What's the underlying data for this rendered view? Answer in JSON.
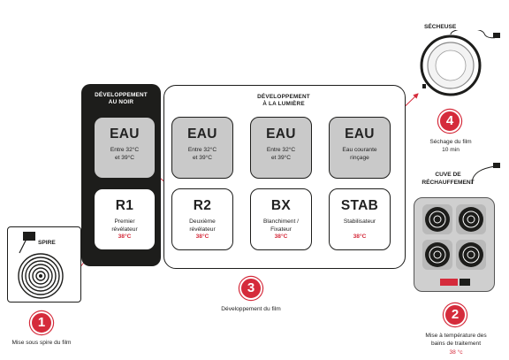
{
  "panels": {
    "dark_title": "DÉVELOPPEMENT\nAU NOIR",
    "light_title": "DÉVELOPPEMENT\nÀ LA LUMIÈRE"
  },
  "water_cards": [
    {
      "label": "EAU",
      "desc": "Entre 32°C\net 39°C"
    },
    {
      "label": "EAU",
      "desc": "Entre 32°C\net 39°C"
    },
    {
      "label": "EAU",
      "desc": "Entre 32°C\net 39°C"
    },
    {
      "label": "EAU",
      "desc": "Eau courante\nrinçage"
    }
  ],
  "bath_cards": [
    {
      "label": "R1",
      "desc": "Premier\nrévélateur",
      "temp": "38°C"
    },
    {
      "label": "R2",
      "desc": "Deuxième\nrévélateur",
      "temp": "38°C"
    },
    {
      "label": "BX",
      "desc": "Blanchiment /\nFixateur",
      "temp": "38°C"
    },
    {
      "label": "STAB",
      "desc": "Stabilisateur",
      "temp": "38°C"
    }
  ],
  "steps": [
    {
      "number": "1",
      "caption": "Mise sous spire du film"
    },
    {
      "number": "2",
      "caption": "Mise à température des\nbains de traitement",
      "temp": "38 °c"
    },
    {
      "number": "3",
      "caption": "Développement du film"
    },
    {
      "number": "4",
      "caption": "Séchage du film\n10 min"
    }
  ],
  "labels": {
    "spire": "SPIRE",
    "secheuse": "SÉCHEUSE",
    "cuve": "CUVE DE\nRÉCHAUFFEMENT"
  },
  "colors": {
    "accent_red": "#d52b3b",
    "dark": "#1d1d1b",
    "grey_card": "#c9c9c9"
  }
}
